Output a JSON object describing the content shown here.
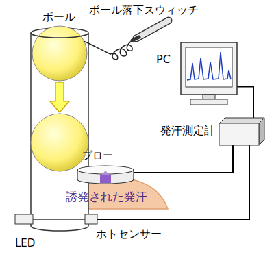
{
  "diagram": {
    "nodes": [
      {
        "text": [
          "PC"
        ]
      },
      {
        "text": [
          "発汗測定計"
        ]
      },
      {
        "text": [
          "プロー"
        ]
      },
      {
        "text": [
          "LED"
        ]
      },
      {
        "text": [
          "ホトセンサー"
        ]
      }
    ],
    "edges": [
      {
        "from": 0,
        "to": 1,
        "arrow": "none"
      },
      {
        "from": 2,
        "to": 1,
        "arrow": "none"
      },
      {
        "from": 4,
        "to": 1,
        "arrow": "none"
      }
    ],
    "labels": [
      "ボール",
      "ボール落下スウィッチ",
      "誘発された発汗"
    ]
  }
}
